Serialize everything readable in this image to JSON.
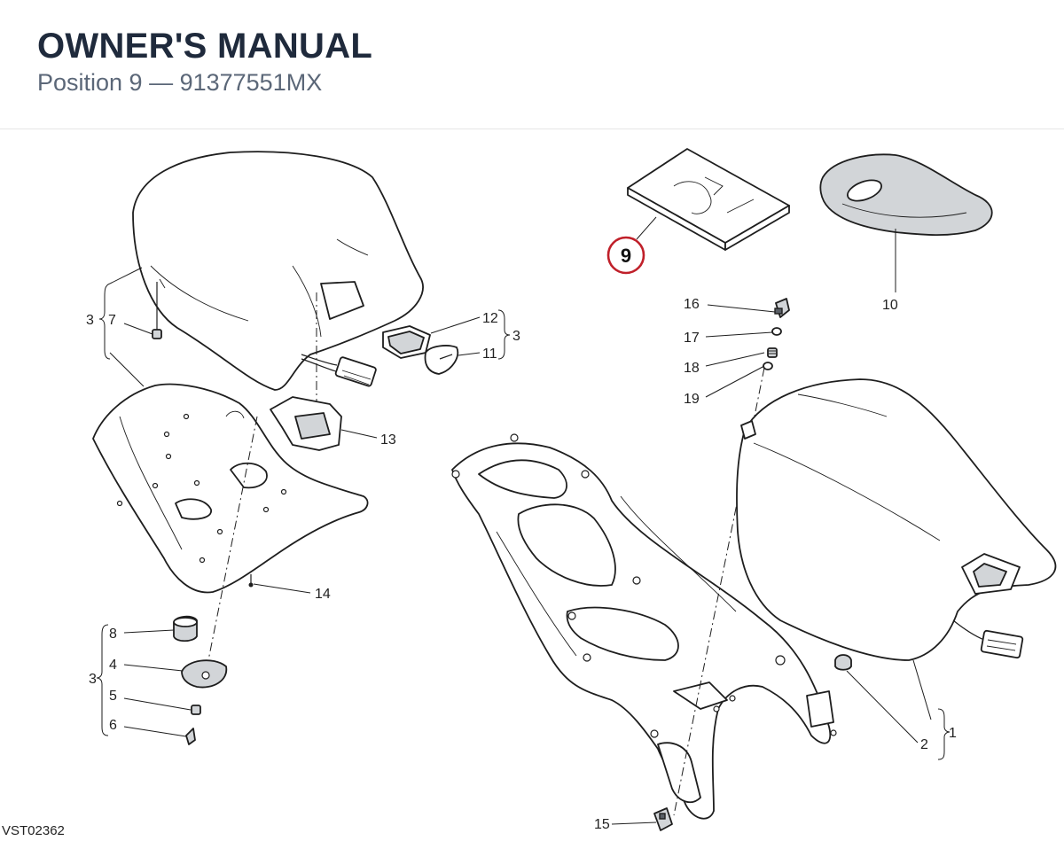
{
  "header": {
    "title": "OWNER'S MANUAL",
    "subtitle": "Position 9 — 91377551MX"
  },
  "drawing_code": "VST02362",
  "colors": {
    "highlight_ring": "#c0202a",
    "title": "#1f2a3c",
    "subtitle": "#5b6778"
  },
  "callouts": {
    "n1": "1",
    "n2": "2",
    "n3a": "3",
    "n3b": "3",
    "n3c": "3",
    "n4": "4",
    "n5": "5",
    "n6": "6",
    "n7": "7",
    "n8": "8",
    "n9": "9",
    "n10": "10",
    "n11": "11",
    "n12": "12",
    "n13": "13",
    "n14": "14",
    "n15": "15",
    "n16": "16",
    "n17": "17",
    "n18": "18",
    "n19": "19"
  }
}
